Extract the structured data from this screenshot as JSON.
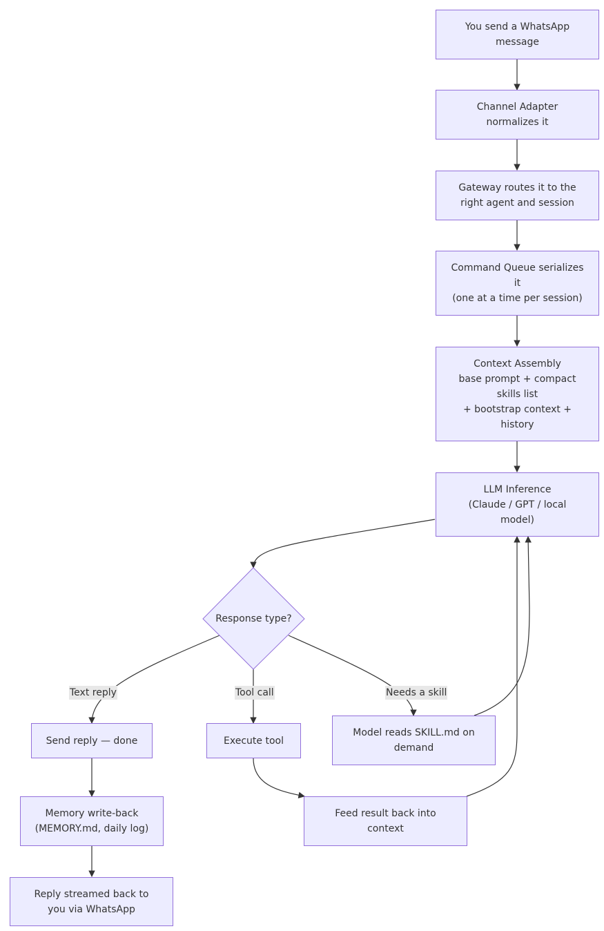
{
  "colors": {
    "node_fill": "#ECECFF",
    "node_stroke": "#9370DB",
    "edge": "#333333",
    "label_bg": "#e8e8e8"
  },
  "nodes": {
    "whatsapp": "You send a WhatsApp\nmessage",
    "adapter": "Channel Adapter\nnormalizes it",
    "gateway": "Gateway routes it to the\nright agent and session",
    "queue": "Command Queue serializes\nit\n(one at a time per session)",
    "context": "Context Assembly\nbase prompt + compact\nskills list\n+ bootstrap context +\nhistory",
    "llm": "LLM Inference\n(Claude / GPT / local\nmodel)",
    "decision": "Response type?",
    "send_reply": "Send reply — done",
    "execute_tool": "Execute tool",
    "skill": "Model reads SKILL.md on\ndemand",
    "memory": "Memory write-back\n(MEMORY.md, daily log)",
    "feed": "Feed result back into\ncontext",
    "streamed": "Reply streamed back to\nyou via WhatsApp"
  },
  "edge_labels": {
    "text_reply": "Text reply",
    "tool_call": "Tool call",
    "needs_skill": "Needs a skill"
  }
}
